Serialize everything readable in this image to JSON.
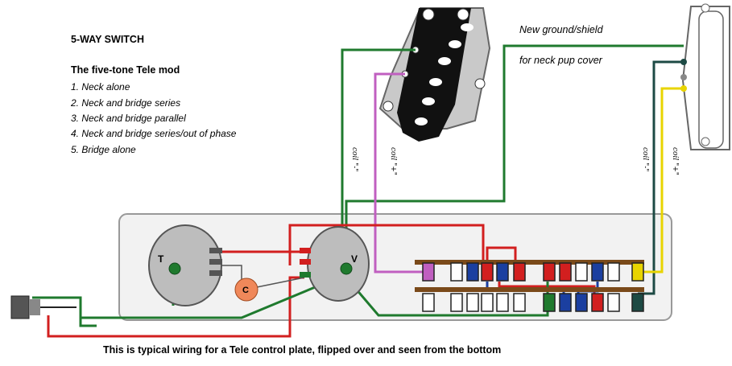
{
  "heading": "5-WAY SWITCH",
  "subheading": "The five-tone Tele mod",
  "modes": [
    "1. Neck alone",
    "2. Neck and bridge series",
    "3. Neck and bridge parallel",
    "4. Neck and bridge series/out of phase",
    "5. Bridge alone"
  ],
  "neck_note": {
    "line1": "New ground/shield",
    "line2": "for neck pup cover"
  },
  "coil_labels": {
    "bridge_minus": "coil \"-\"",
    "bridge_plus": "coil \"+\"",
    "neck_minus": "coil \"-\"",
    "neck_plus": "coil \"+\""
  },
  "pot_labels": {
    "tone": "T",
    "volume": "V",
    "capacitor": "C"
  },
  "caption": "This is typical wiring for a Tele control plate, flipped over and seen from the bottom",
  "colors": {
    "green": "#1f7a2e",
    "red": "#d21f1f",
    "blue": "#1b3fa0",
    "dark_green": "#1d4a44",
    "yellow": "#e8d400",
    "magenta": "#c05fc0",
    "plate": "#f2f2f2",
    "capacitor": "#f0885a"
  }
}
